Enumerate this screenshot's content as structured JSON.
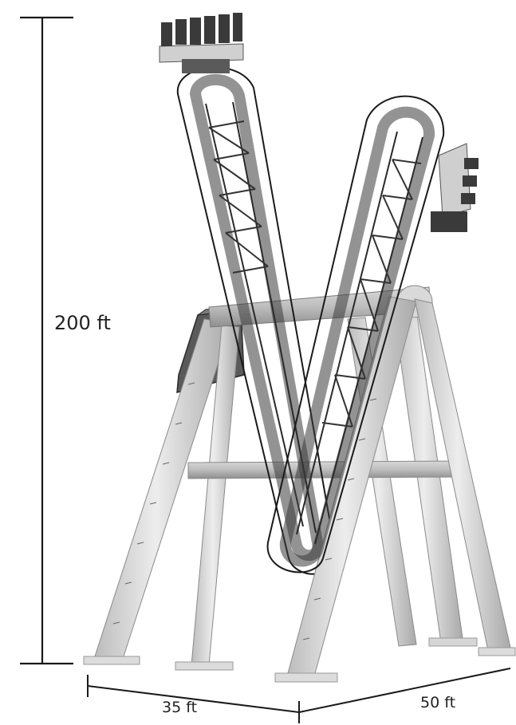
{
  "figure": {
    "subject": "coaster-structure-illustration",
    "dimensions": {
      "height": "200 ft",
      "width": "35 ft",
      "depth": "50 ft"
    },
    "colors": {
      "line": "#1a1a1a",
      "steel_dark": "#4a4a4a",
      "steel_mid": "#7a7a7a",
      "leg_light": "#dcdcdc",
      "leg_shade": "#b5b5b5",
      "background": "#ffffff"
    }
  }
}
